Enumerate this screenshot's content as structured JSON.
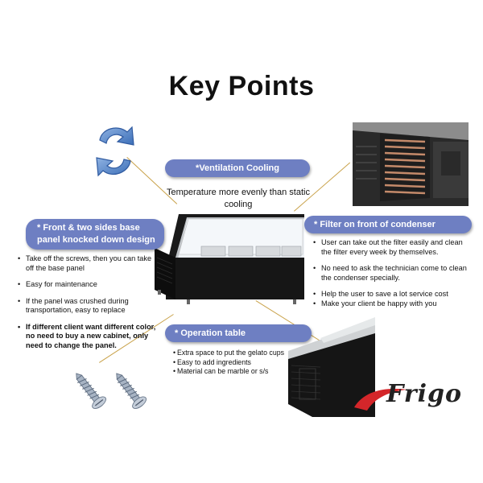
{
  "page": {
    "title": "Key Points"
  },
  "ventilation": {
    "label": "*Ventilation Cooling",
    "text": "Temperature more evenly than static cooling"
  },
  "filter": {
    "label": "* Filter on front of condenser",
    "items": [
      "User can take out the filter easily and clean the filter every week by themselves.",
      "No need to ask the technician come to clean the condenser specially.",
      "Help the user to save a lot service cost",
      "Make your client be happy with you"
    ]
  },
  "front_panel": {
    "label": "* Front & two sides base panel knocked down design",
    "items": [
      "Take off the screws, then you can take off the base panel",
      "Easy for maintenance",
      "If the panel was crushed during transportation, easy to replace",
      "If different client want different color, no need to buy a new cabinet, only need to change the panel."
    ]
  },
  "operation": {
    "label": "* Operation table",
    "items": [
      "Extra space to put the gelato cups",
      "Easy to add ingredients",
      "Material  can be marble or s/s"
    ]
  },
  "logo": {
    "text": "Frigo"
  },
  "icons": {
    "rotate": "rotate-arrows-icon",
    "screw": "screw-icon"
  },
  "colors": {
    "label_bg": "#6e7fc2",
    "leader_line": "#c9a24a",
    "logo_red": "#d4262a"
  }
}
